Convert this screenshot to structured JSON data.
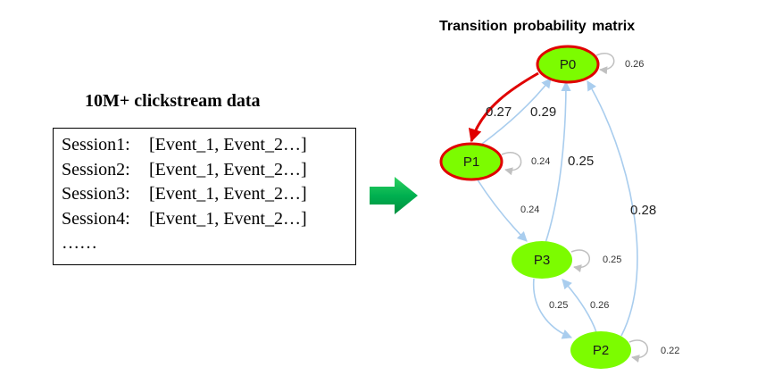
{
  "clickstream": {
    "title": "10M+  clickstream data",
    "sessions": [
      {
        "label": "Session1:",
        "events": "[Event_1, Event_2…]"
      },
      {
        "label": "Session2:",
        "events": "[Event_1, Event_2…]"
      },
      {
        "label": "Session3:",
        "events": "[Event_1, Event_2…]"
      },
      {
        "label": "Session4:",
        "events": "[Event_1, Event_2…]"
      }
    ],
    "ellipsis": "……"
  },
  "matrix": {
    "title": "Transition probability matrix",
    "nodes": {
      "p0": "P0",
      "p1": "P1",
      "p2": "P2",
      "p3": "P3"
    },
    "edges": {
      "p0_self": "0.26",
      "p0_p1": "0.27",
      "p1_p0": "0.29",
      "p1_self": "0.24",
      "p3_p0": "0.25",
      "p1_p3": "0.24",
      "p2_p0": "0.28",
      "p3_self": "0.25",
      "p3_p2": "0.25",
      "p2_p3": "0.26",
      "p2_self": "0.22"
    },
    "colors": {
      "node_fill": "#7cfc00",
      "highlight": "#e00000",
      "edge": "#a9cdee",
      "self_loop": "#c0c0c0",
      "arrow": "#00b050"
    }
  }
}
